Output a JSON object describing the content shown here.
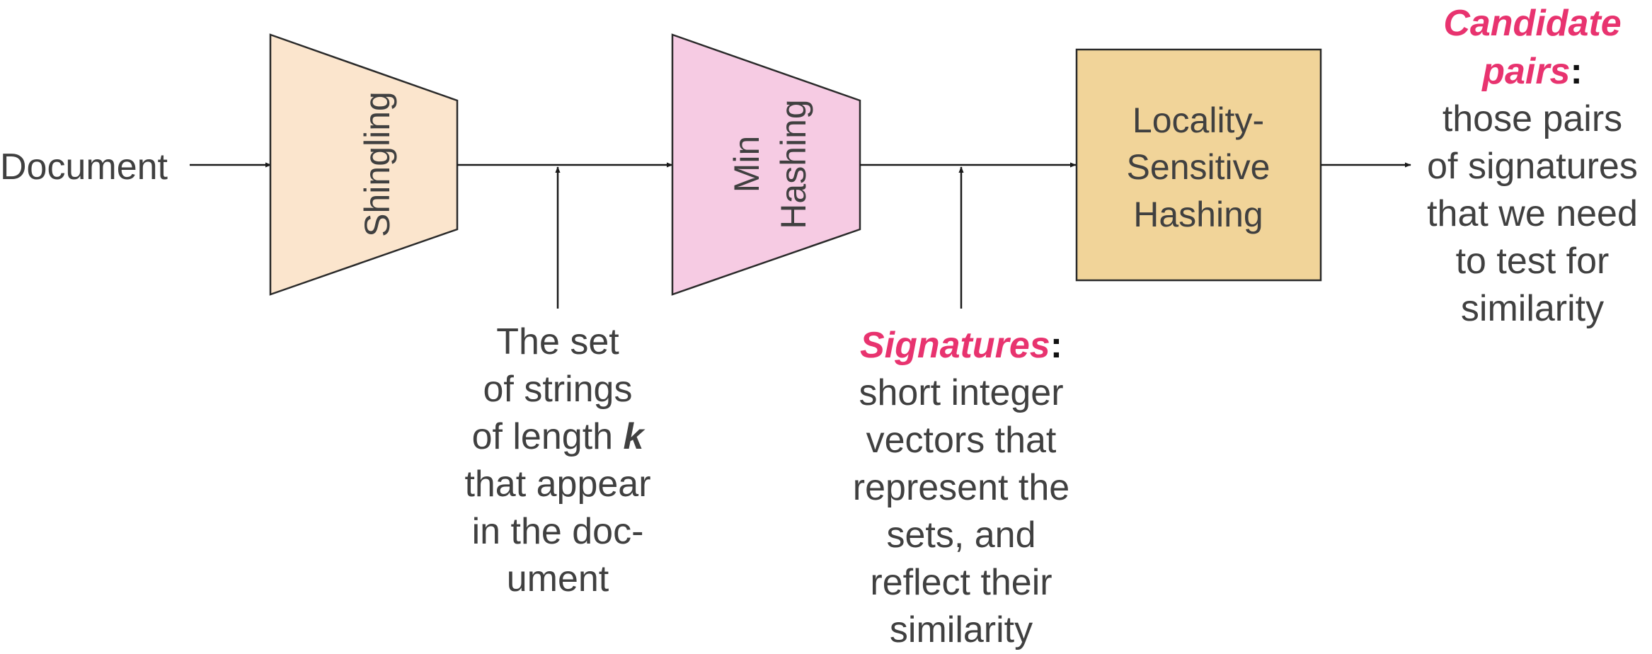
{
  "input_label": "Document",
  "stages": {
    "shingling": {
      "label": "Shingling",
      "fill": "#fbe5cd"
    },
    "minhash": {
      "label_line1": "Min",
      "label_line2": "Hashing",
      "fill": "#f6cbe3"
    },
    "lsh": {
      "label_lines": [
        "Locality-",
        "Sensitive",
        "Hashing"
      ],
      "fill": "#f1d499"
    }
  },
  "annotations": {
    "shingles": {
      "line1": "The set",
      "line2": "of strings",
      "line3_prefix": "of length ",
      "line3_var": "k",
      "line4": "that appear",
      "line5": "in the doc-",
      "line6": "ument"
    },
    "signatures": {
      "title": "Signatures",
      "colon": ":",
      "lines": [
        "short integer",
        "vectors that",
        "represent the",
        "sets, and",
        "reflect their",
        "similarity"
      ]
    },
    "candidates": {
      "title_line1": "Candidate",
      "title_line2": "pairs",
      "colon": ":",
      "lines": [
        "those pairs",
        "of signatures",
        "that we need",
        "to test for",
        "similarity"
      ]
    }
  },
  "colors": {
    "accent": "#e8336f",
    "text": "#404040",
    "line": "#1a1a1a",
    "box_stroke": "#2a2a2a"
  }
}
